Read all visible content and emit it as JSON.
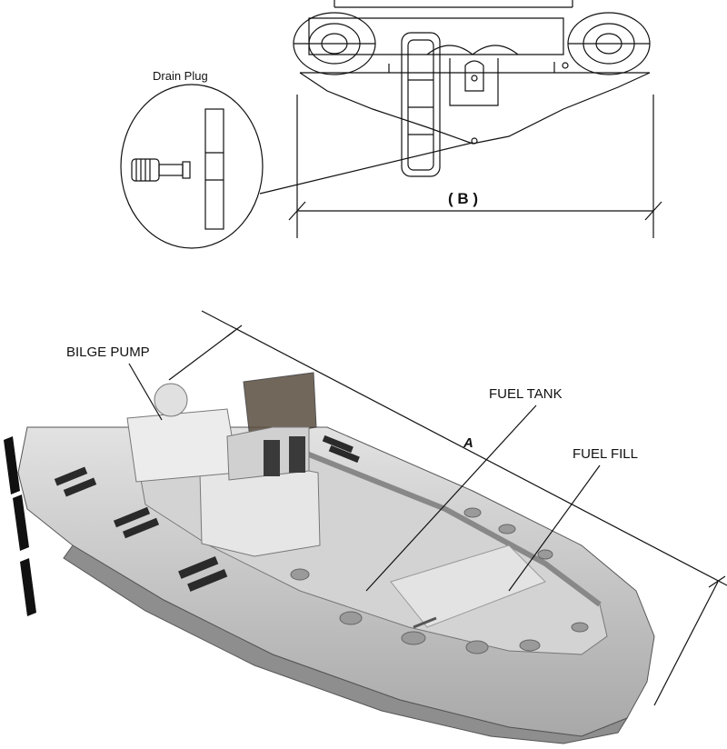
{
  "labels": {
    "drain_plug": "Drain Plug",
    "dimension_b": "( B )",
    "dimension_a": "A",
    "bilge_pump": "BILGE PUMP",
    "fuel_tank": "FUEL TANK",
    "fuel_fill": "FUEL FILL"
  },
  "colors": {
    "hull": "#c9c9c9",
    "hull_dark": "#9a9a9a",
    "tube": "#bdbdbd",
    "deck": "#d6d6d6",
    "line": "#111111",
    "stripe": "#2a2a2a"
  }
}
